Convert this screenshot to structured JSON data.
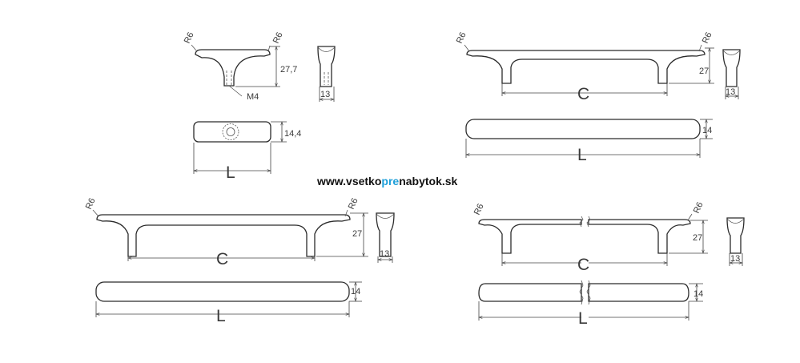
{
  "labels": {
    "r6": "R6",
    "m4": "M4",
    "height_small": "27,7",
    "width_small": "14,4",
    "height": "27",
    "depth": "13",
    "width": "14",
    "c": "C",
    "l": "L"
  },
  "watermark": {
    "before": "www.vsetko",
    "highlight": "pre",
    "after": "nabytok.sk",
    "highlight_color": "#1e9fd9"
  }
}
